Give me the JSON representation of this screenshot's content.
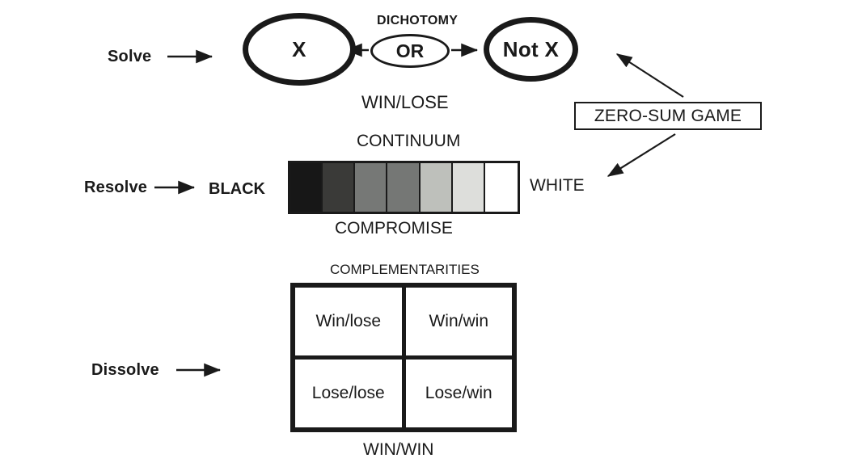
{
  "diagram": {
    "title_rows": [
      {
        "id": "solve",
        "label": "Solve"
      },
      {
        "id": "resolve",
        "label": "Resolve"
      },
      {
        "id": "dissolve",
        "label": "Dissolve"
      }
    ],
    "dichotomy_row": {
      "top_label": "DICHOTOMY",
      "bottom_label": "WIN/LOSE",
      "left_node": "X",
      "connector_node": "OR",
      "right_node": "Not X"
    },
    "continuum_row": {
      "top_label": "CONTINUUM",
      "bottom_label": "COMPROMISE",
      "left_end_label": "BLACK",
      "right_end_label": "WHITE",
      "swatches": [
        {
          "name": "swatch-1-black",
          "color": "#171717"
        },
        {
          "name": "swatch-2-near-black",
          "color": "#3a3a38"
        },
        {
          "name": "swatch-3-dark-gray",
          "color": "#767876"
        },
        {
          "name": "swatch-4-mid-gray",
          "color": "#757775"
        },
        {
          "name": "swatch-5-light-gray",
          "color": "#bec0bb"
        },
        {
          "name": "swatch-6-pale-gray",
          "color": "#dddedb"
        },
        {
          "name": "swatch-7-white",
          "color": "#ffffff"
        }
      ]
    },
    "complementarity_row": {
      "top_label": "COMPLEMENTARITIES",
      "bottom_label": "WIN/WIN",
      "cells": [
        {
          "name": "cell-win-lose",
          "label": "Win/lose"
        },
        {
          "name": "cell-win-win",
          "label": "Win/win"
        },
        {
          "name": "cell-lose-lose",
          "label": "Lose/lose"
        },
        {
          "name": "cell-lose-win",
          "label": "Lose/win"
        }
      ]
    },
    "callout": {
      "label": "ZERO-SUM GAME"
    },
    "colors": {
      "ink": "#1a1a1a",
      "paper": "#ffffff"
    }
  }
}
